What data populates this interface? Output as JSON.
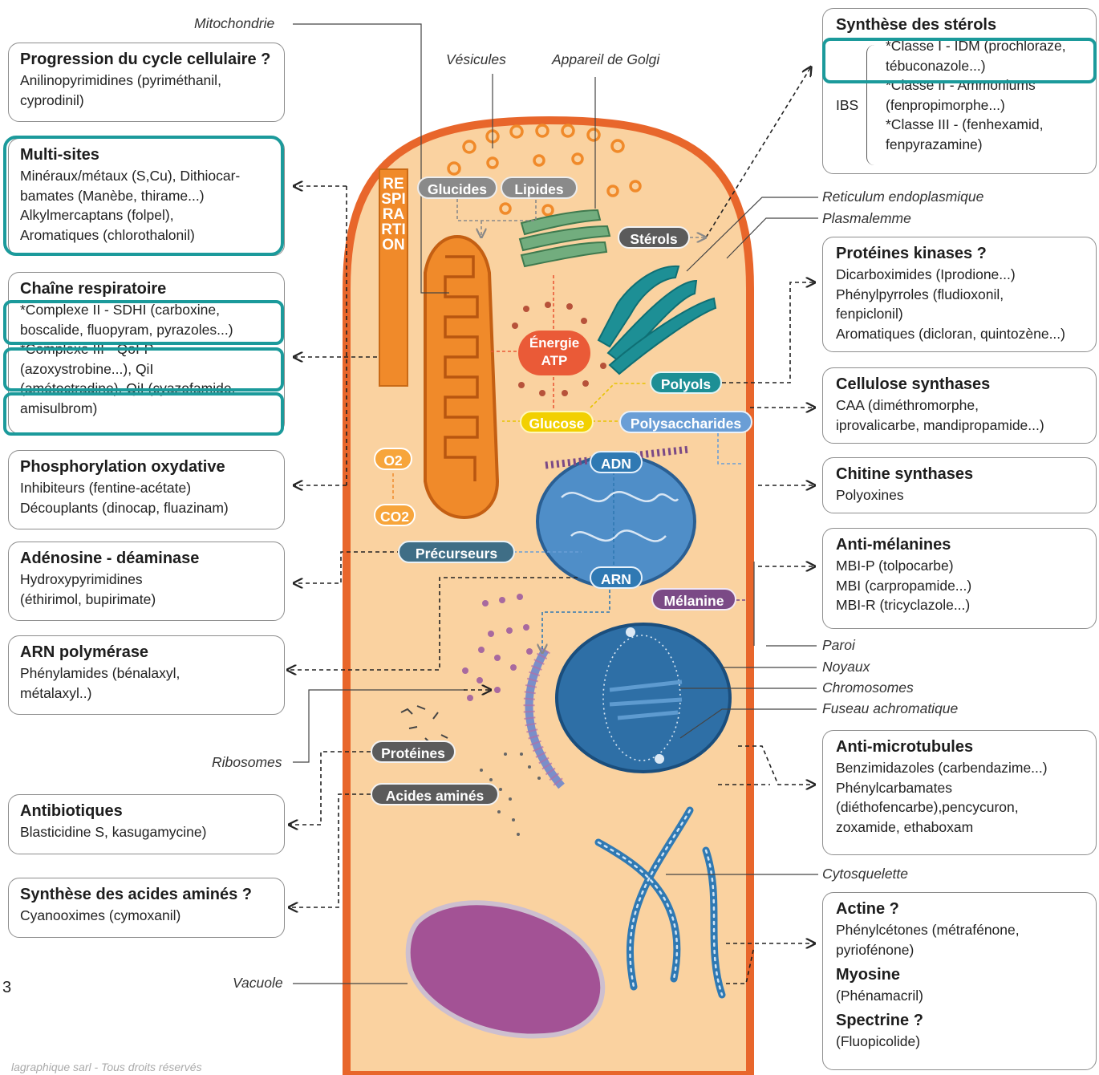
{
  "colors": {
    "highlight": "#1b9a9b",
    "cell_fill": "#fad2a0",
    "cell_border": "#e2662b",
    "mito": "#f08a2a",
    "nucleus": "#2f79b3",
    "vacuole": "#a35295"
  },
  "left_boxes": [
    {
      "title": "Progression du cycle cellulaire ?",
      "lines": [
        "Anilinopyrimidines (pyriméthanil,",
        "cyprodinil)"
      ]
    },
    {
      "title": "Multi-sites",
      "lines": [
        "Minéraux/métaux (S,Cu), Dithiocar-",
        "bamates (Manèbe, thirame...)",
        "Alkylmercaptans (folpel),",
        "Aromatiques (chlorothalonil)"
      ]
    },
    {
      "title": "Chaîne respiratoire",
      "lines": [
        "*Complexe II - SDHI (carboxine,",
        "boscalide, fluopyram, pyrazoles...)",
        "*Complexe III - QoI-P",
        "(azoxystrobine...), QiI",
        "(amétoctradine), QiI (cyazofamide,",
        "amisulbrom)"
      ]
    },
    {
      "title": "Phosphorylation oxydative",
      "lines": [
        "Inhibiteurs (fentine-acétate)",
        "Découplants (dinocap, fluazinam)"
      ]
    },
    {
      "title": "Adénosine - déaminase",
      "lines": [
        "Hydroxypyrimidines",
        "(éthirimol, bupirimate)"
      ]
    },
    {
      "title": "ARN polymérase",
      "lines": [
        "Phénylamides (bénalaxyl,",
        "métalaxyl..)"
      ]
    },
    {
      "title": "Antibiotiques",
      "lines": [
        "Blasticidine S, kasugamycine)"
      ]
    },
    {
      "title": "Synthèse des acides aminés ?",
      "lines": [
        "Cyanooximes (cymoxanil)"
      ]
    }
  ],
  "right_boxes": [
    {
      "title": "Synthèse des stérols",
      "ibs": "IBS",
      "lines": [
        "*Classe I - IDM (prochloraze,",
        "tébuconazole...)",
        "*Classe II - Ammoniums",
        "(fenpropimorphe...)",
        "*Classe III - (fenhexamid,",
        "fenpyrazamine)"
      ]
    },
    {
      "title": "Protéines kinases ?",
      "lines": [
        "Dicarboximides (Iprodione...)",
        "Phénylpyrroles (fludioxonil,",
        "fenpiclonil)",
        "Aromatiques (dicloran, quintozène...)"
      ]
    },
    {
      "title": "Cellulose synthases",
      "lines": [
        "CAA (diméthromorphe,",
        "iprovalicarbe, mandipropamide...)"
      ]
    },
    {
      "title": "Chitine synthases",
      "lines": [
        "Polyoxines"
      ]
    },
    {
      "title": "Anti-mélanines",
      "lines": [
        "MBI-P (tolpocarbe)",
        "MBI (carpropamide...)",
        "MBI-R (tricyclazole...)"
      ]
    },
    {
      "title": "Anti-microtubules",
      "lines": [
        "Benzimidazoles (carbendazime...)",
        "Phénylcarbamates",
        "(diéthofencarbe),pencycuron,",
        "zoxamide, ethaboxam"
      ]
    },
    {
      "title": "Actine ?",
      "lines": [
        "Phénylcétones (métrafénone,",
        "pyriofénone)"
      ],
      "title2": "Myosine",
      "lines2": [
        "(Phénamacril)"
      ],
      "title3": "Spectrine ?",
      "lines3": [
        "(Fluopicolide)"
      ]
    }
  ],
  "structure_labels": {
    "mitochondrie": "Mitochondrie",
    "vesicules": "Vésicules",
    "golgi": "Appareil de Golgi",
    "reticulum": "Reticulum endoplasmique",
    "plasmalemme": "Plasmalemme",
    "paroi": "Paroi",
    "noyaux": "Noyaux",
    "chromosomes": "Chromosomes",
    "fuseau": "Fuseau achromatique",
    "ribosomes": "Ribosomes",
    "cytosquelette": "Cytosquelette",
    "vacuole": "Vacuole"
  },
  "pills": {
    "glucides": "Glucides",
    "lipides": "Lipides",
    "sterols": "Stérols",
    "energie_1": "Énergie",
    "energie_2": "ATP",
    "polyols": "Polyols",
    "glucose": "Glucose",
    "polysaccharides": "Polysaccharides",
    "adn": "ADN",
    "precurseurs": "Précurseurs",
    "arn": "ARN",
    "melanine": "Mélanine",
    "proteines": "Protéines",
    "acides_amines": "Acides aminés",
    "o2": "O2",
    "co2": "CO2"
  },
  "respiration": "RESPIRARTION",
  "page_number": "3",
  "footer": "lagraphique sarl - Tous droits réservés"
}
